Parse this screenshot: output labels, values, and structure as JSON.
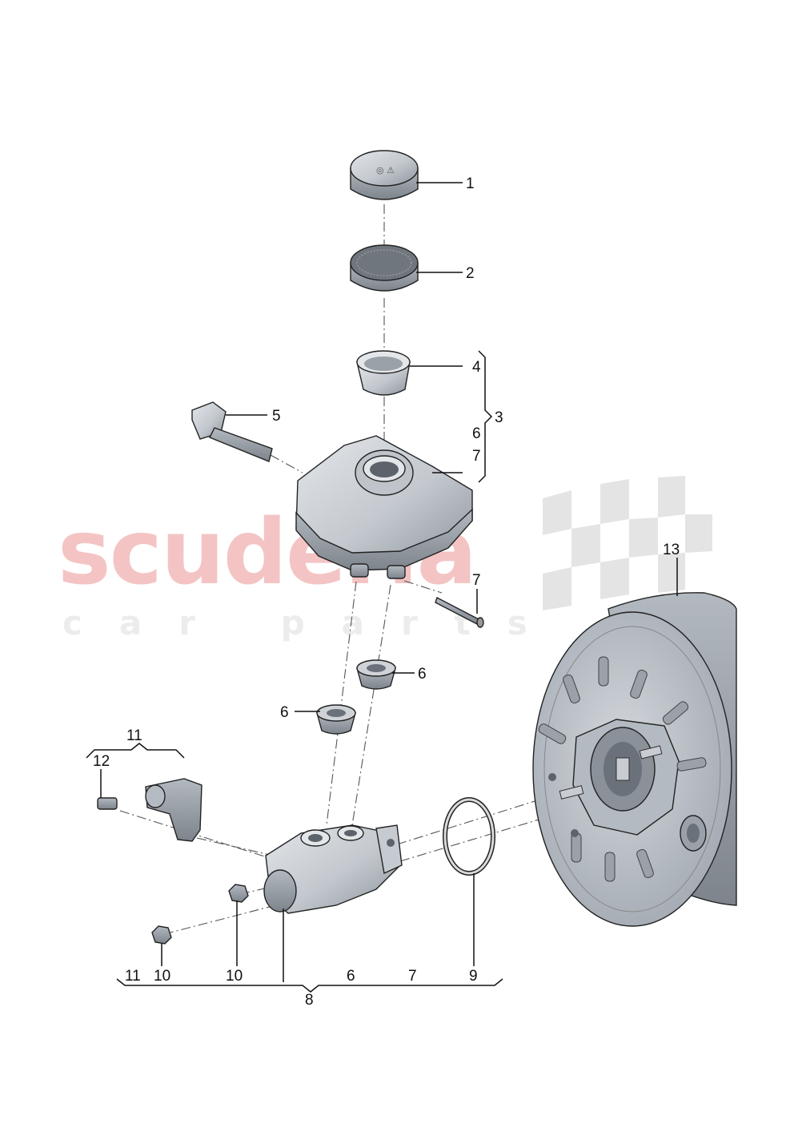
{
  "watermark": {
    "brand": "scuderia",
    "tagline": "car parts",
    "check_color": "#dcdcdc",
    "brand_color": "#f4c4c4"
  },
  "colors": {
    "part_fill": "#c9cdd3",
    "part_dark": "#9aa1a9",
    "line": "#111111"
  },
  "callouts": {
    "c1": "1",
    "c2": "2",
    "c3": "3",
    "c4": "4",
    "c5": "5",
    "c6_bracket": "6",
    "c7_bracket": "7",
    "c7_pin": "7",
    "c6_upper": "6",
    "c6_lower": "6",
    "c11_top": "11",
    "c12": "12",
    "c13": "13",
    "c11_bottom": "11",
    "c10_left": "10",
    "c10_mid": "10",
    "c6_bottom": "6",
    "c7_bottom": "7",
    "c9": "9",
    "c8": "8"
  }
}
